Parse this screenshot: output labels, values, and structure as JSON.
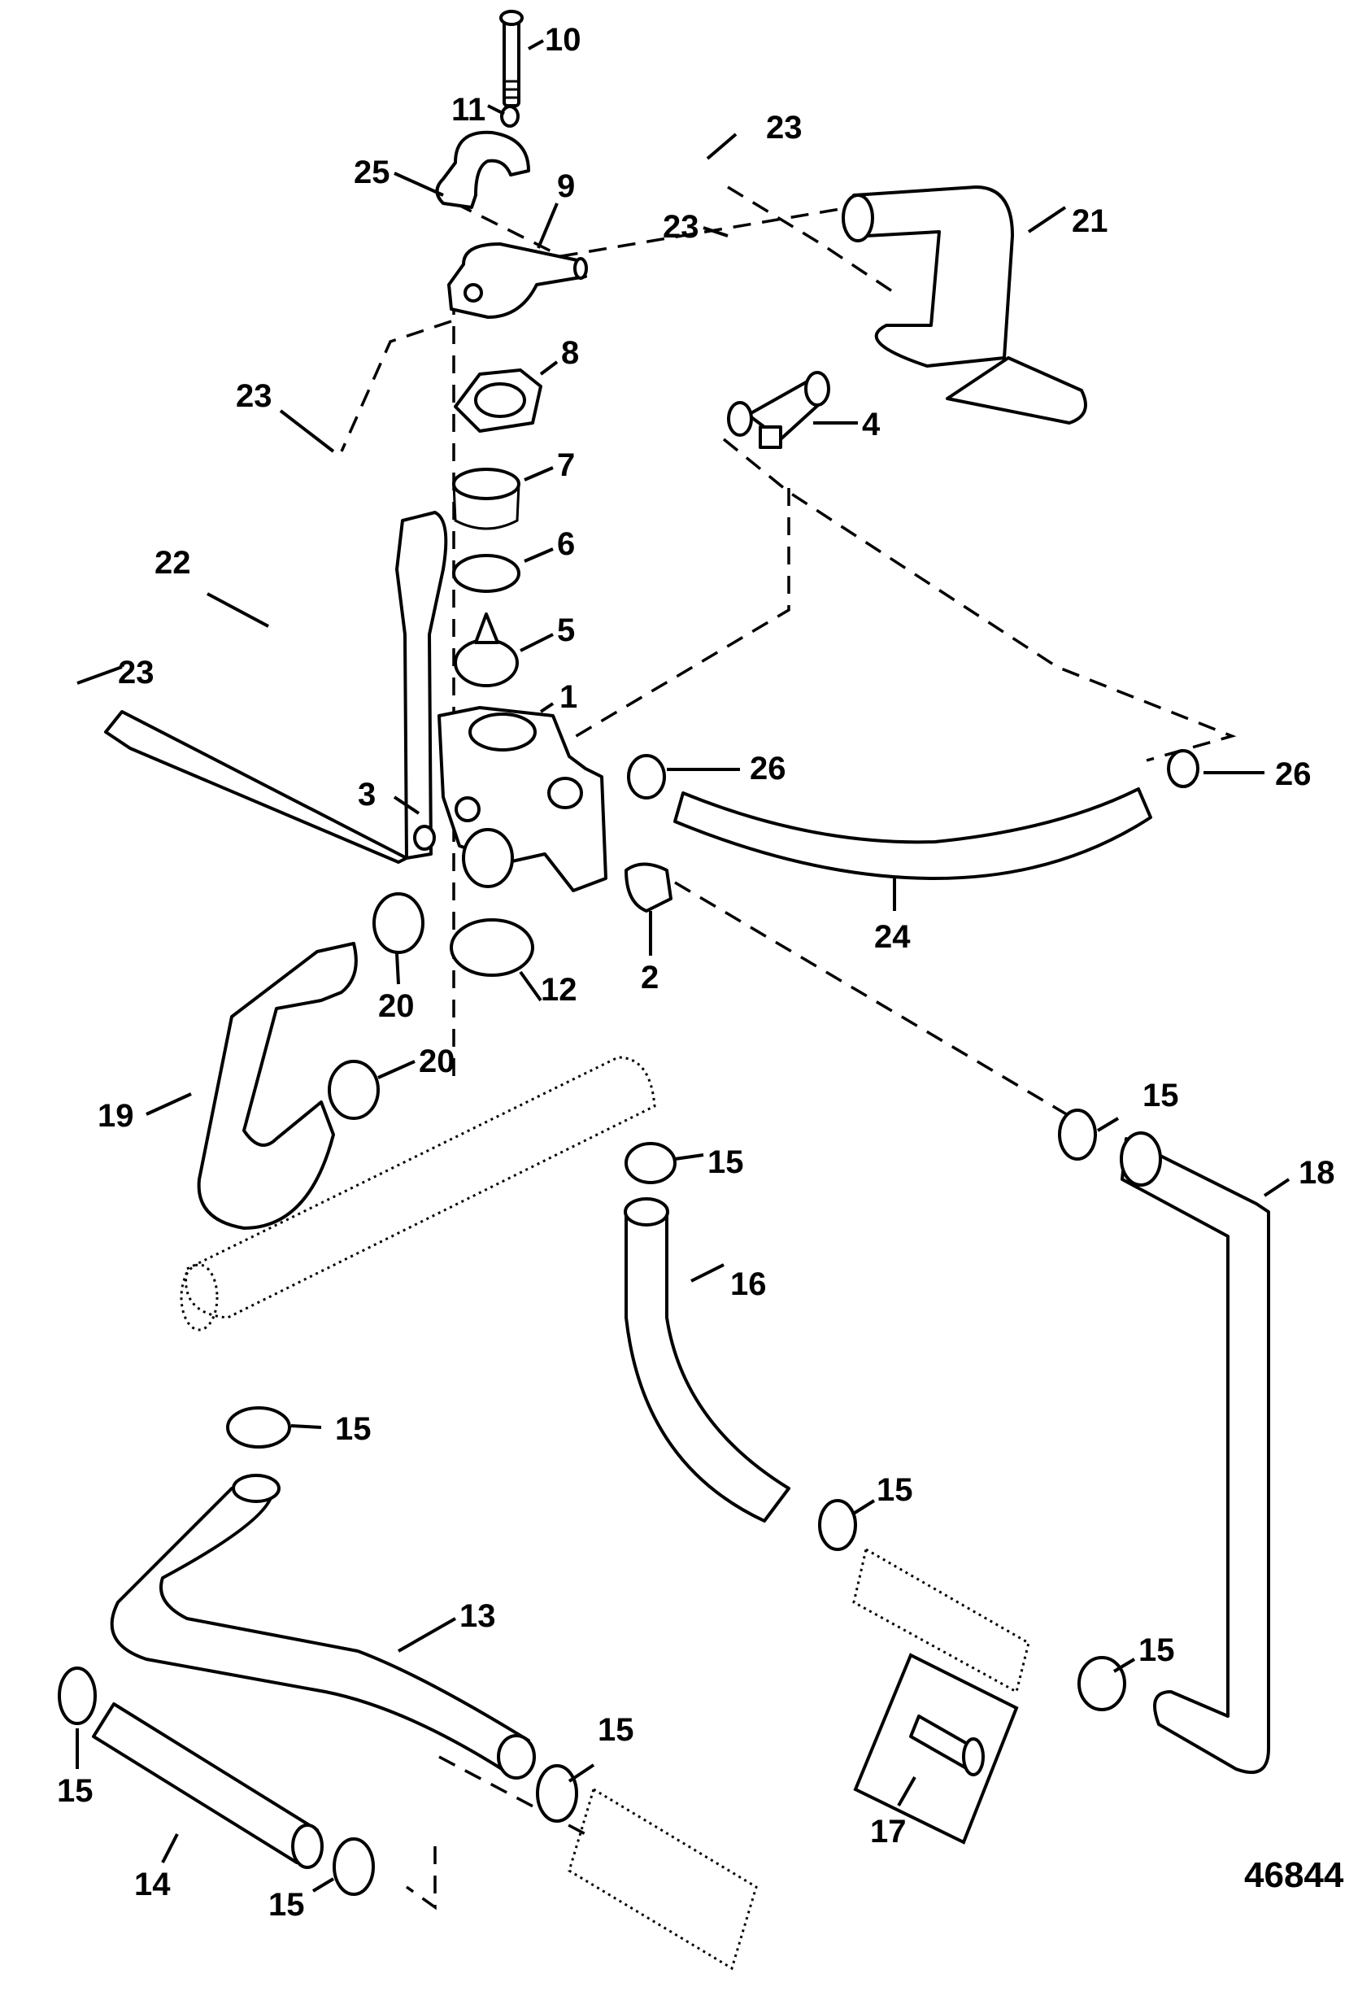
{
  "diagram": {
    "title": "Cooling system hose assembly exploded view",
    "figure_number": "46844",
    "callouts": [
      {
        "id": "c10",
        "label": "10",
        "part": "bolt"
      },
      {
        "id": "c11",
        "label": "11",
        "part": "washer"
      },
      {
        "id": "c25",
        "label": "25",
        "part": "lifting-bracket"
      },
      {
        "id": "c9",
        "label": "9",
        "part": "thermostat-cover"
      },
      {
        "id": "c23a",
        "label": "23",
        "part": "hose-clamp"
      },
      {
        "id": "c23b",
        "label": "23",
        "part": "hose-clamp"
      },
      {
        "id": "c21",
        "label": "21",
        "part": "hose"
      },
      {
        "id": "c8",
        "label": "8",
        "part": "gasket"
      },
      {
        "id": "c23c",
        "label": "23",
        "part": "hose-clamp"
      },
      {
        "id": "c4",
        "label": "4",
        "part": "tee-fitting"
      },
      {
        "id": "c7",
        "label": "7",
        "part": "seal"
      },
      {
        "id": "c6",
        "label": "6",
        "part": "o-ring"
      },
      {
        "id": "c22",
        "label": "22",
        "part": "hose"
      },
      {
        "id": "c5",
        "label": "5",
        "part": "thermostat"
      },
      {
        "id": "c23d",
        "label": "23",
        "part": "hose-clamp"
      },
      {
        "id": "c1",
        "label": "1",
        "part": "thermostat-housing"
      },
      {
        "id": "c26a",
        "label": "26",
        "part": "hose-clamp"
      },
      {
        "id": "c26b",
        "label": "26",
        "part": "hose-clamp"
      },
      {
        "id": "c3",
        "label": "3",
        "part": "plug"
      },
      {
        "id": "c24",
        "label": "24",
        "part": "hose"
      },
      {
        "id": "c2",
        "label": "2",
        "part": "fitting"
      },
      {
        "id": "c20a",
        "label": "20",
        "part": "hose-clamp"
      },
      {
        "id": "c12",
        "label": "12",
        "part": "gasket"
      },
      {
        "id": "c19",
        "label": "19",
        "part": "hose"
      },
      {
        "id": "c20b",
        "label": "20",
        "part": "hose-clamp"
      },
      {
        "id": "c15a",
        "label": "15",
        "part": "hose-clamp"
      },
      {
        "id": "c18",
        "label": "18",
        "part": "hose"
      },
      {
        "id": "c15b",
        "label": "15",
        "part": "hose-clamp"
      },
      {
        "id": "c16",
        "label": "16",
        "part": "hose"
      },
      {
        "id": "c15c",
        "label": "15",
        "part": "hose-clamp"
      },
      {
        "id": "c15d",
        "label": "15",
        "part": "hose-clamp"
      },
      {
        "id": "c13",
        "label": "13",
        "part": "hose"
      },
      {
        "id": "c15e",
        "label": "15",
        "part": "hose-clamp"
      },
      {
        "id": "c15f",
        "label": "15",
        "part": "hose-clamp"
      },
      {
        "id": "c15g",
        "label": "15",
        "part": "hose-clamp"
      },
      {
        "id": "c14",
        "label": "14",
        "part": "hose"
      },
      {
        "id": "c15h",
        "label": "15",
        "part": "hose-clamp"
      },
      {
        "id": "c17",
        "label": "17",
        "part": "hose-kit"
      }
    ]
  }
}
